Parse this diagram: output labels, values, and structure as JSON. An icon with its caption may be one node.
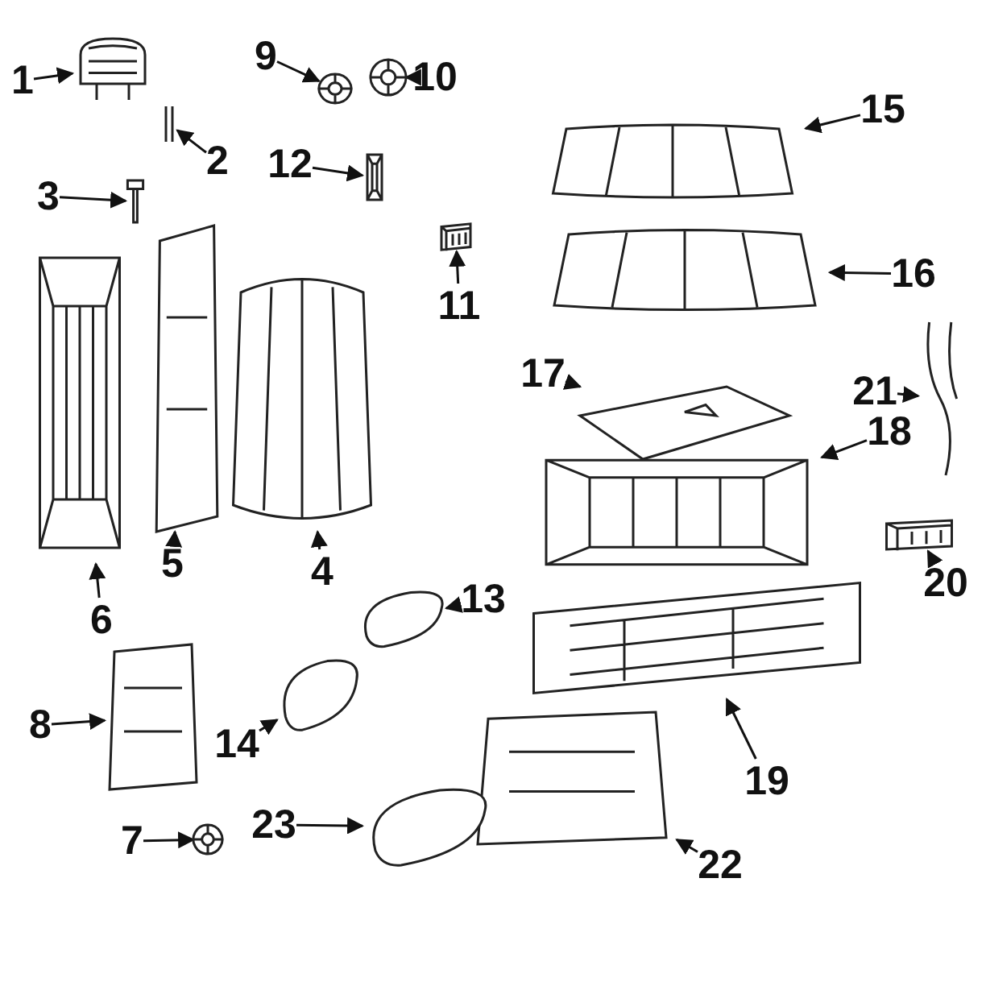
{
  "diagram": {
    "nodes": [
      {
        "text": [
          "1"
        ]
      },
      {
        "text": [
          "2"
        ]
      },
      {
        "text": [
          "3"
        ]
      },
      {
        "text": [
          "4"
        ]
      },
      {
        "text": [
          "5"
        ]
      },
      {
        "text": [
          "6"
        ]
      },
      {
        "text": [
          "7"
        ]
      },
      {
        "text": [
          "8"
        ]
      },
      {
        "text": [
          "9"
        ]
      },
      {
        "text": [
          "10"
        ]
      },
      {
        "text": [
          "11"
        ]
      },
      {
        "text": [
          "12"
        ]
      },
      {
        "text": [
          "13"
        ]
      },
      {
        "text": [
          "14"
        ]
      },
      {
        "text": [
          "15"
        ]
      },
      {
        "text": [
          "16"
        ]
      },
      {
        "text": [
          "17"
        ]
      },
      {
        "text": [
          "18"
        ]
      },
      {
        "text": [
          "19"
        ]
      },
      {
        "text": [
          "20"
        ]
      },
      {
        "text": [
          "21"
        ]
      },
      {
        "text": [
          "22"
        ]
      },
      {
        "text": [
          "23"
        ]
      },
      {
        "text": [],
        "shape": "picture"
      },
      {
        "text": [],
        "shape": "picture"
      },
      {
        "text": [],
        "shape": "picture"
      },
      {
        "text": [],
        "shape": "picture"
      },
      {
        "text": [],
        "shape": "picture"
      },
      {
        "text": [],
        "shape": "picture"
      },
      {
        "text": [],
        "shape": "picture"
      },
      {
        "text": [],
        "shape": "picture"
      },
      {
        "text": [],
        "shape": "picture"
      },
      {
        "text": [],
        "shape": "picture"
      },
      {
        "text": [],
        "shape": "picture"
      },
      {
        "text": [],
        "shape": "picture"
      },
      {
        "text": [],
        "shape": "picture"
      },
      {
        "text": [],
        "shape": "picture"
      },
      {
        "text": [],
        "shape": "picture"
      },
      {
        "text": [],
        "shape": "picture"
      },
      {
        "text": [],
        "shape": "picture"
      },
      {
        "text": [],
        "shape": "picture"
      },
      {
        "text": [],
        "shape": "picture"
      },
      {
        "text": [],
        "shape": "picture"
      },
      {
        "text": [],
        "shape": "picture"
      },
      {
        "text": [],
        "shape": "picture"
      },
      {
        "text": [],
        "shape": "picture"
      }
    ],
    "edges": [
      {
        "from": 0,
        "to": 23,
        "arrow": "to"
      },
      {
        "from": 1,
        "to": 24,
        "arrow": "to"
      },
      {
        "from": 2,
        "to": 25,
        "arrow": "to"
      },
      {
        "from": 3,
        "to": 26,
        "arrow": "to"
      },
      {
        "from": 4,
        "to": 27,
        "arrow": "to"
      },
      {
        "from": 5,
        "to": 28,
        "arrow": "to"
      },
      {
        "from": 6,
        "to": 29,
        "arrow": "to"
      },
      {
        "from": 7,
        "to": 30,
        "arrow": "to"
      },
      {
        "from": 8,
        "to": 31,
        "arrow": "to"
      },
      {
        "from": 9,
        "to": 32,
        "arrow": "to"
      },
      {
        "from": 10,
        "to": 33,
        "arrow": "to"
      },
      {
        "from": 11,
        "to": 34,
        "arrow": "to"
      },
      {
        "from": 12,
        "to": 35,
        "arrow": "to"
      },
      {
        "from": 13,
        "to": 36,
        "arrow": "to"
      },
      {
        "from": 14,
        "to": 37,
        "arrow": "to"
      },
      {
        "from": 15,
        "to": 38,
        "arrow": "to"
      },
      {
        "from": 16,
        "to": 39,
        "arrow": "to"
      },
      {
        "from": 17,
        "to": 40,
        "arrow": "to"
      },
      {
        "from": 18,
        "to": 41,
        "arrow": "to"
      },
      {
        "from": 19,
        "to": 42,
        "arrow": "to"
      },
      {
        "from": 20,
        "to": 43,
        "arrow": "to"
      },
      {
        "from": 21,
        "to": 44,
        "arrow": "to"
      },
      {
        "from": 22,
        "to": 45,
        "arrow": "to"
      }
    ]
  }
}
